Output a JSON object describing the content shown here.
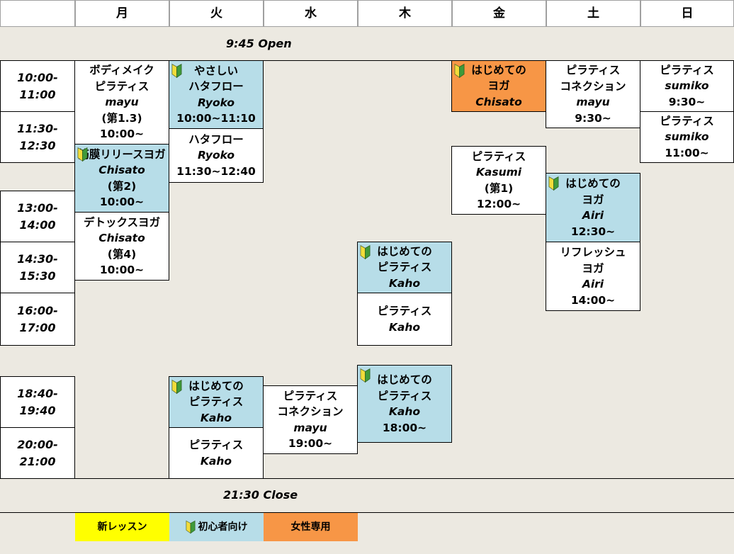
{
  "headers": {
    "mon": "月",
    "tue": "火",
    "wed": "水",
    "thu": "木",
    "fri": "金",
    "sat": "土",
    "sun": "日"
  },
  "open_text": "9:45  Open",
  "close_text": "21:30  Close",
  "times": [
    {
      "a": "10:00-",
      "b": "11:00"
    },
    {
      "a": "11:30-",
      "b": "12:30"
    },
    {
      "a": "13:00-",
      "b": "14:00"
    },
    {
      "a": "14:30-",
      "b": "15:30"
    },
    {
      "a": "16:00-",
      "b": "17:00"
    },
    {
      "a": "18:40-",
      "b": "19:40"
    },
    {
      "a": "20:00-",
      "b": "21:00"
    }
  ],
  "classes": {
    "mon1": [
      "ボディメイク",
      "ピラティス",
      "mayu",
      "(第1.3)",
      "10:00~"
    ],
    "mon2": [
      "筋膜リリースヨガ",
      "Chisato",
      "(第2)",
      "10:00~"
    ],
    "mon3": [
      "デトックスヨガ",
      "Chisato",
      "(第4)",
      "10:00~"
    ],
    "tue1": [
      "やさしい",
      "ハタフロー",
      "Ryoko",
      "10:00~11:10"
    ],
    "tue2": [
      "ハタフロー",
      "Ryoko",
      "11:30~12:40"
    ],
    "tue3": [
      "はじめての",
      "ピラティス",
      "Kaho"
    ],
    "tue4": [
      "ピラティス",
      "Kaho"
    ],
    "wed1": [
      "ピラティス",
      "コネクション",
      "mayu",
      "19:00~"
    ],
    "thu1": [
      "はじめての",
      "ピラティス",
      "Kaho"
    ],
    "thu2": [
      "ピラティス",
      "Kaho"
    ],
    "thu3": [
      "はじめての",
      "ピラティス",
      "Kaho",
      "18:00~"
    ],
    "fri1": [
      "はじめての",
      "ヨガ",
      "Chisato"
    ],
    "fri2": [
      "ピラティス",
      "Kasumi",
      "(第1)",
      "12:00~"
    ],
    "sat1": [
      "ピラティス",
      "コネクション",
      "mayu",
      "9:30~"
    ],
    "sat2": [
      "はじめての",
      "ヨガ",
      "Airi",
      "12:30~"
    ],
    "sat3": [
      "リフレッシュ",
      "ヨガ",
      "Airi",
      "14:00~"
    ],
    "sun1": [
      "ピラティス",
      "sumiko",
      "9:30~"
    ],
    "sun2": [
      "ピラティス",
      "sumiko",
      "11:00~"
    ]
  },
  "legend": {
    "new": "新レッスン",
    "beginner": "初心者向け",
    "women": "女性専用"
  },
  "colors": {
    "beginner": "#b7dde8",
    "women_only": "#f79646",
    "new_lesson": "#ffff00",
    "background": "#ece9e1"
  },
  "icons": {
    "beginner_mark": "beginner-leaf-icon"
  }
}
